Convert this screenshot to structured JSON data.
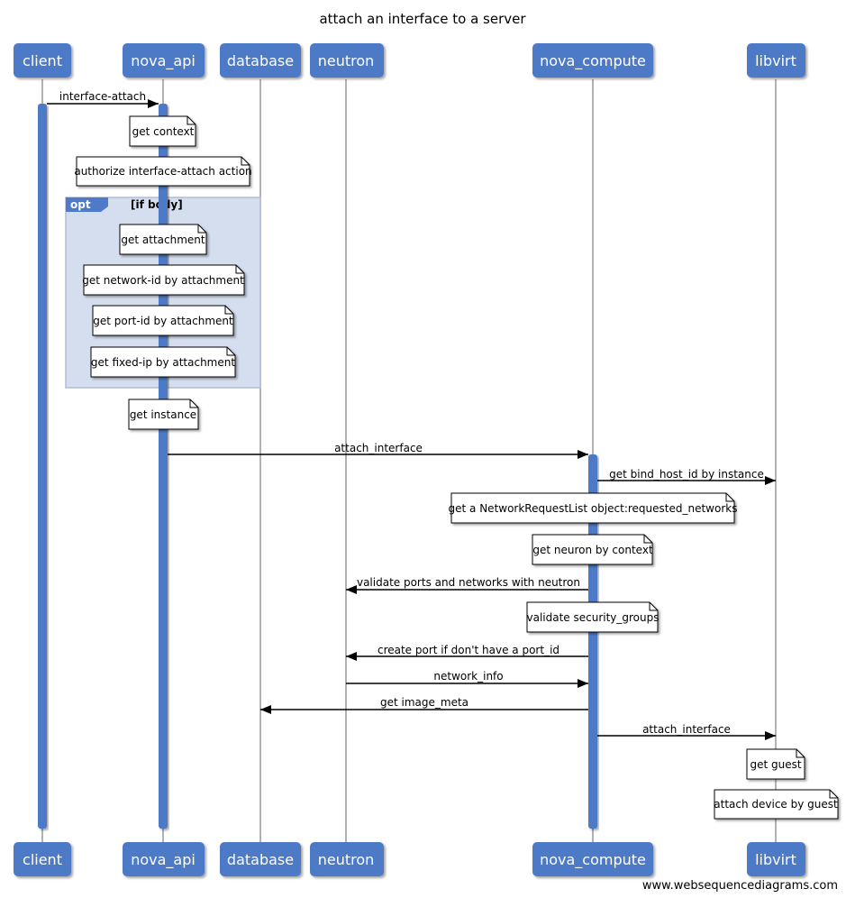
{
  "title": "attach an interface to a server",
  "footer": "www.websequencediagrams.com",
  "colors": {
    "participant": "#4e7ac7",
    "activation": "#4e7ac7",
    "opt_fill": "#d5deef",
    "opt_border": "#b0bcd6",
    "note_fill": "#ffffff",
    "lifeline": "#999999"
  },
  "participants": [
    {
      "id": "client",
      "label": "client"
    },
    {
      "id": "nova_api",
      "label": "nova_api"
    },
    {
      "id": "database",
      "label": "database"
    },
    {
      "id": "neutron",
      "label": "neutron"
    },
    {
      "id": "nova_compute",
      "label": "nova_compute"
    },
    {
      "id": "libvirt",
      "label": "libvirt"
    }
  ],
  "opt": {
    "label": "opt",
    "condition": "[if body]"
  },
  "messages": [
    {
      "from": "client",
      "to": "nova_api",
      "label": "interface-attach"
    },
    {
      "from": "nova_api",
      "to": "nova_compute",
      "label": "attach_interface"
    },
    {
      "from": "nova_compute",
      "to": "libvirt",
      "label": "get bind_host_id by instance"
    },
    {
      "from": "nova_compute",
      "to": "neutron",
      "label": "validate ports and networks with neutron"
    },
    {
      "from": "nova_compute",
      "to": "neutron",
      "label": "create port if don't have a port_id"
    },
    {
      "from": "neutron",
      "to": "nova_compute",
      "label": "network_info"
    },
    {
      "from": "nova_compute",
      "to": "database",
      "label": "get image_meta"
    },
    {
      "from": "nova_compute",
      "to": "libvirt",
      "label": "attach_interface"
    }
  ],
  "notes": [
    {
      "over": "nova_api",
      "text": "get context"
    },
    {
      "over": "nova_api",
      "text": "authorize interface-attach action"
    },
    {
      "over": "nova_api",
      "text": "get attachment"
    },
    {
      "over": "nova_api",
      "text": "get network-id by attachment"
    },
    {
      "over": "nova_api",
      "text": "get port-id by attachment"
    },
    {
      "over": "nova_api",
      "text": "get fixed-ip by attachment"
    },
    {
      "over": "nova_api",
      "text": "get instance"
    },
    {
      "over": "nova_compute",
      "text": "get a NetworkRequestList object:requested_networks"
    },
    {
      "over": "nova_compute",
      "text": "get neuron by context"
    },
    {
      "over": "nova_compute",
      "text": "validate security_groups"
    },
    {
      "over": "libvirt",
      "text": "get guest"
    },
    {
      "over": "libvirt",
      "text": "attach device by guest"
    }
  ]
}
